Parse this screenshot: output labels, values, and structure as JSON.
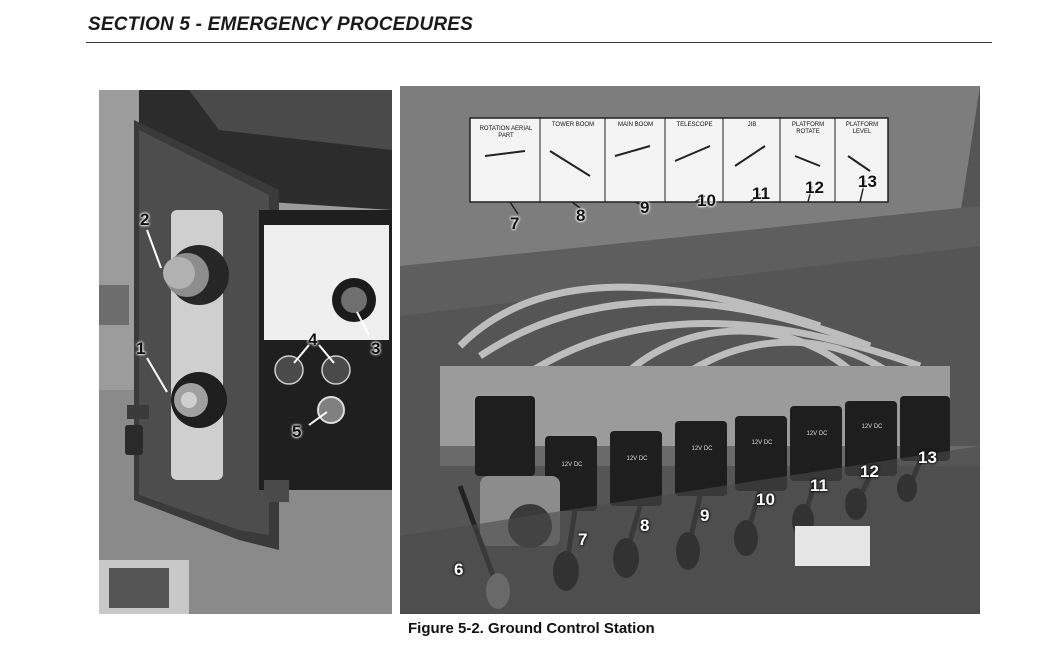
{
  "header": {
    "section_title": "SECTION 5 - EMERGENCY PROCEDURES"
  },
  "left_photo": {
    "callouts": [
      "1",
      "2",
      "3",
      "4",
      "5"
    ]
  },
  "right_photo": {
    "decal_labels": [
      "ROTATION AERIAL PART",
      "TOWER BOOM",
      "MAIN BOOM",
      "TELESCOPE",
      "JIB",
      "PLATFORM ROTATE",
      "PLATFORM LEVEL"
    ],
    "callouts": [
      "6",
      "7",
      "8",
      "9",
      "10",
      "11",
      "12",
      "13"
    ],
    "solenoid_text": "12V DC"
  },
  "caption": {
    "text": "Figure 5-2. Ground Control Station"
  }
}
